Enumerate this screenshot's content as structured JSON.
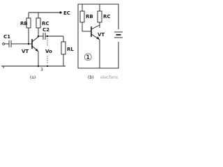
{
  "circuit_a": {
    "labels": {
      "ec": "EC",
      "rb": "RB",
      "rc": "RC",
      "c1": "C1",
      "c2": "C2",
      "vt": "VT",
      "vo": "Vo",
      "rl": "RL",
      "node": "3"
    },
    "caption": "(a)"
  },
  "circuit_b": {
    "labels": {
      "rb": "RB",
      "rc": "RC",
      "vt": "VT",
      "marker": "①"
    },
    "caption": "(b)"
  },
  "watermark": "elecfans"
}
